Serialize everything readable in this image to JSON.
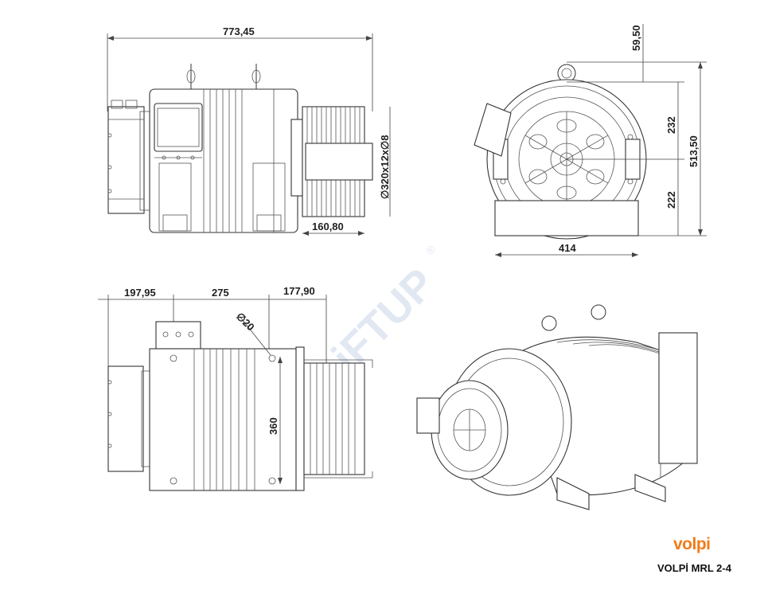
{
  "drawing": {
    "dimensions": {
      "overall_length": "773,45",
      "drum_spec": "∅320x12x∅8",
      "drum_length": "160,80",
      "eye_offset": "59,50",
      "upper_height": "232",
      "total_height": "513,50",
      "lower_height": "222",
      "base_width": "414",
      "seg_a": "197,95",
      "seg_b": "275",
      "seg_c": "177,90",
      "hole": "∅20",
      "height_side": "360"
    },
    "watermark": "LiFTUP",
    "watermark_mark": "®"
  },
  "branding": {
    "logo": "volpi",
    "model": "VOLPİ MRL 2-4"
  },
  "colors": {
    "line": "#333333",
    "logo": "#f07d1a",
    "watermark": "#c9d6e8"
  }
}
